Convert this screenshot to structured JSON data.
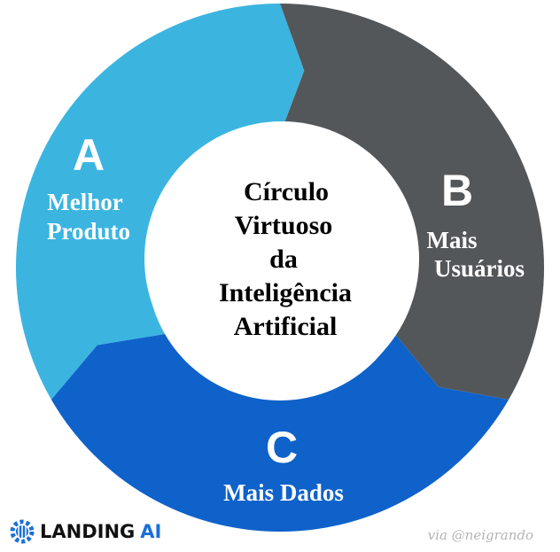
{
  "segments": [
    {
      "letter": "A",
      "line1": "Melhor",
      "line2": "Produto",
      "color": "#3bb5e0"
    },
    {
      "letter": "B",
      "line1": "Mais",
      "line2": "Usuários",
      "color": "#54575a"
    },
    {
      "letter": "C",
      "line1": "Mais Dados",
      "color": "#0f62c9"
    }
  ],
  "center": {
    "lines": [
      "Círculo",
      "Virtuoso",
      "da",
      "Inteligência",
      "Artificial"
    ]
  },
  "logo": {
    "text": "LANDING",
    "accent": "AI"
  },
  "credit": "via @neigrando"
}
